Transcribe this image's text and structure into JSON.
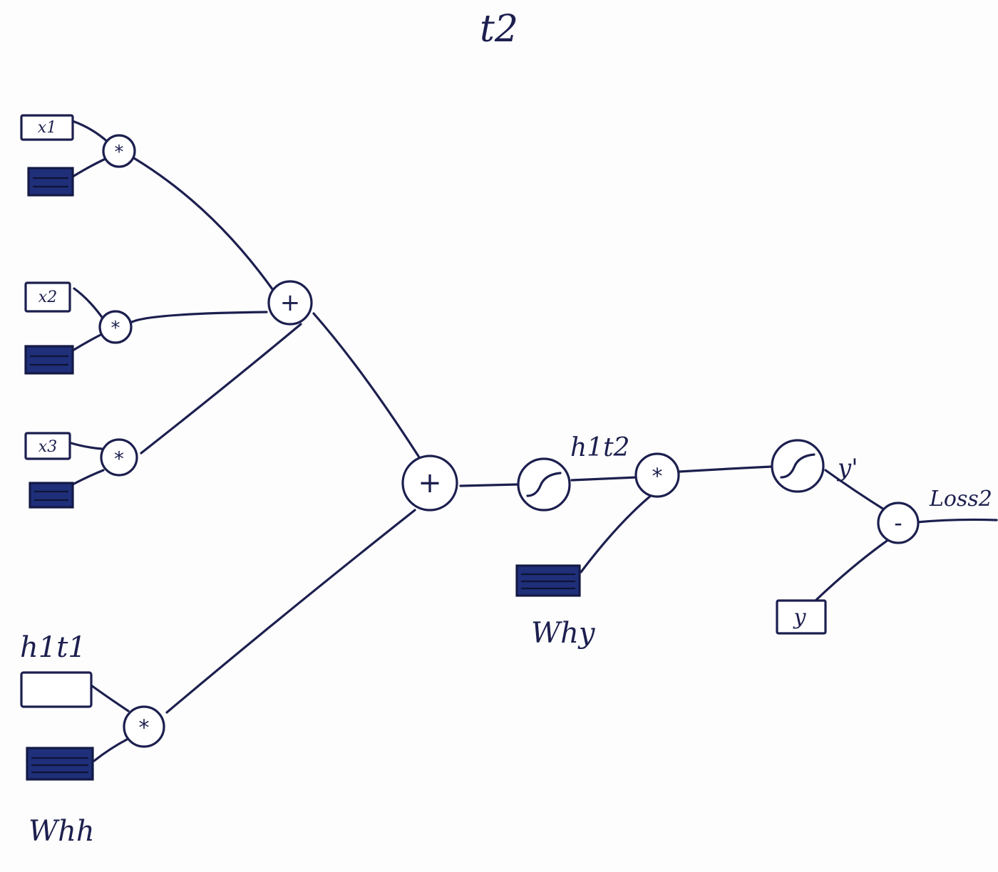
{
  "title": "t2",
  "inputs": {
    "x1": "x1",
    "x2": "x2",
    "x3": "x3"
  },
  "hidden_prev": "h1t1",
  "hidden_curr": "h1t2",
  "weights": {
    "why": "Why",
    "whh": "Whh"
  },
  "output": {
    "prediction": "y'",
    "target": "y",
    "loss": "Loss2"
  },
  "ops": {
    "mul": "*",
    "add": "+",
    "sub": "-",
    "sigmoid": "∫"
  },
  "colors": {
    "ink": "#1c1f4e",
    "weight_fill": "#1f2f7a"
  }
}
